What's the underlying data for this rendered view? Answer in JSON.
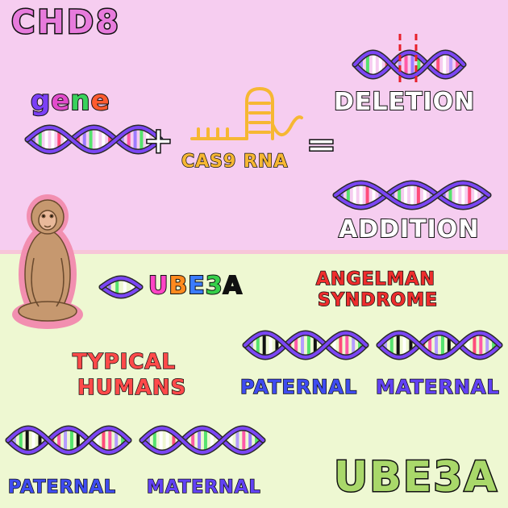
{
  "colors": {
    "top_background": "#f6cdf0",
    "bottom_background": "#eef8d2",
    "helix_backbone": "#7b46f5",
    "helix_outline": "#2a2a2a",
    "rung_colors": [
      "#ff5aa8",
      "#9d7bff",
      "#55e36e",
      "#ffffff",
      "#ffffff",
      "#ff4c7a",
      "#ffffff",
      "#b59cff"
    ],
    "cut_line": "#e8202a",
    "rna_yellow": "#f6b733",
    "chd8_text": "#e77bdc",
    "typical_humans_text": "#ff4a4a",
    "angelman_text": "#ee2d2d",
    "paternal_text": "#3f4cf0",
    "maternal_text": "#6242f4",
    "ube3a_big_text": "#a9d86a",
    "monkey_fur": "#c6986f",
    "monkey_outline": "#f28fb0"
  },
  "labels": {
    "chd8": "CHD8",
    "gene": [
      "g",
      "e",
      "n",
      "e"
    ],
    "gene_colors": [
      "#7b3ff6",
      "#e24bcc",
      "#3ad15c",
      "#ff5a2f"
    ],
    "plus": "+",
    "equals": "=",
    "cas9_rna": "CAS9 RNA",
    "deletion": "DELETION",
    "addition": "ADDITION",
    "ube3a_small": [
      "U",
      "B",
      "E",
      "3",
      "A"
    ],
    "ube3a_small_colors": [
      "#ff44c5",
      "#ff8a1f",
      "#3b7bff",
      "#35d04a",
      "#111111"
    ],
    "angelman_line1": "ANGELMAN",
    "angelman_line2": "SYNDROME",
    "typical_line1": "TYPICAL",
    "typical_line2": "HUMANS",
    "paternal_right": "PATERNAL",
    "maternal_right": "MATERNAL",
    "paternal_left": "PATERNAL",
    "maternal_left": "MATERNAL",
    "ube3a_big": "UBE3A"
  },
  "icons": {
    "dna": "dna-helix-icon",
    "monkey": "macaque-monkey-icon",
    "cas9": "guide-rna-icon",
    "cut": "scissor-cut-lines-icon"
  }
}
